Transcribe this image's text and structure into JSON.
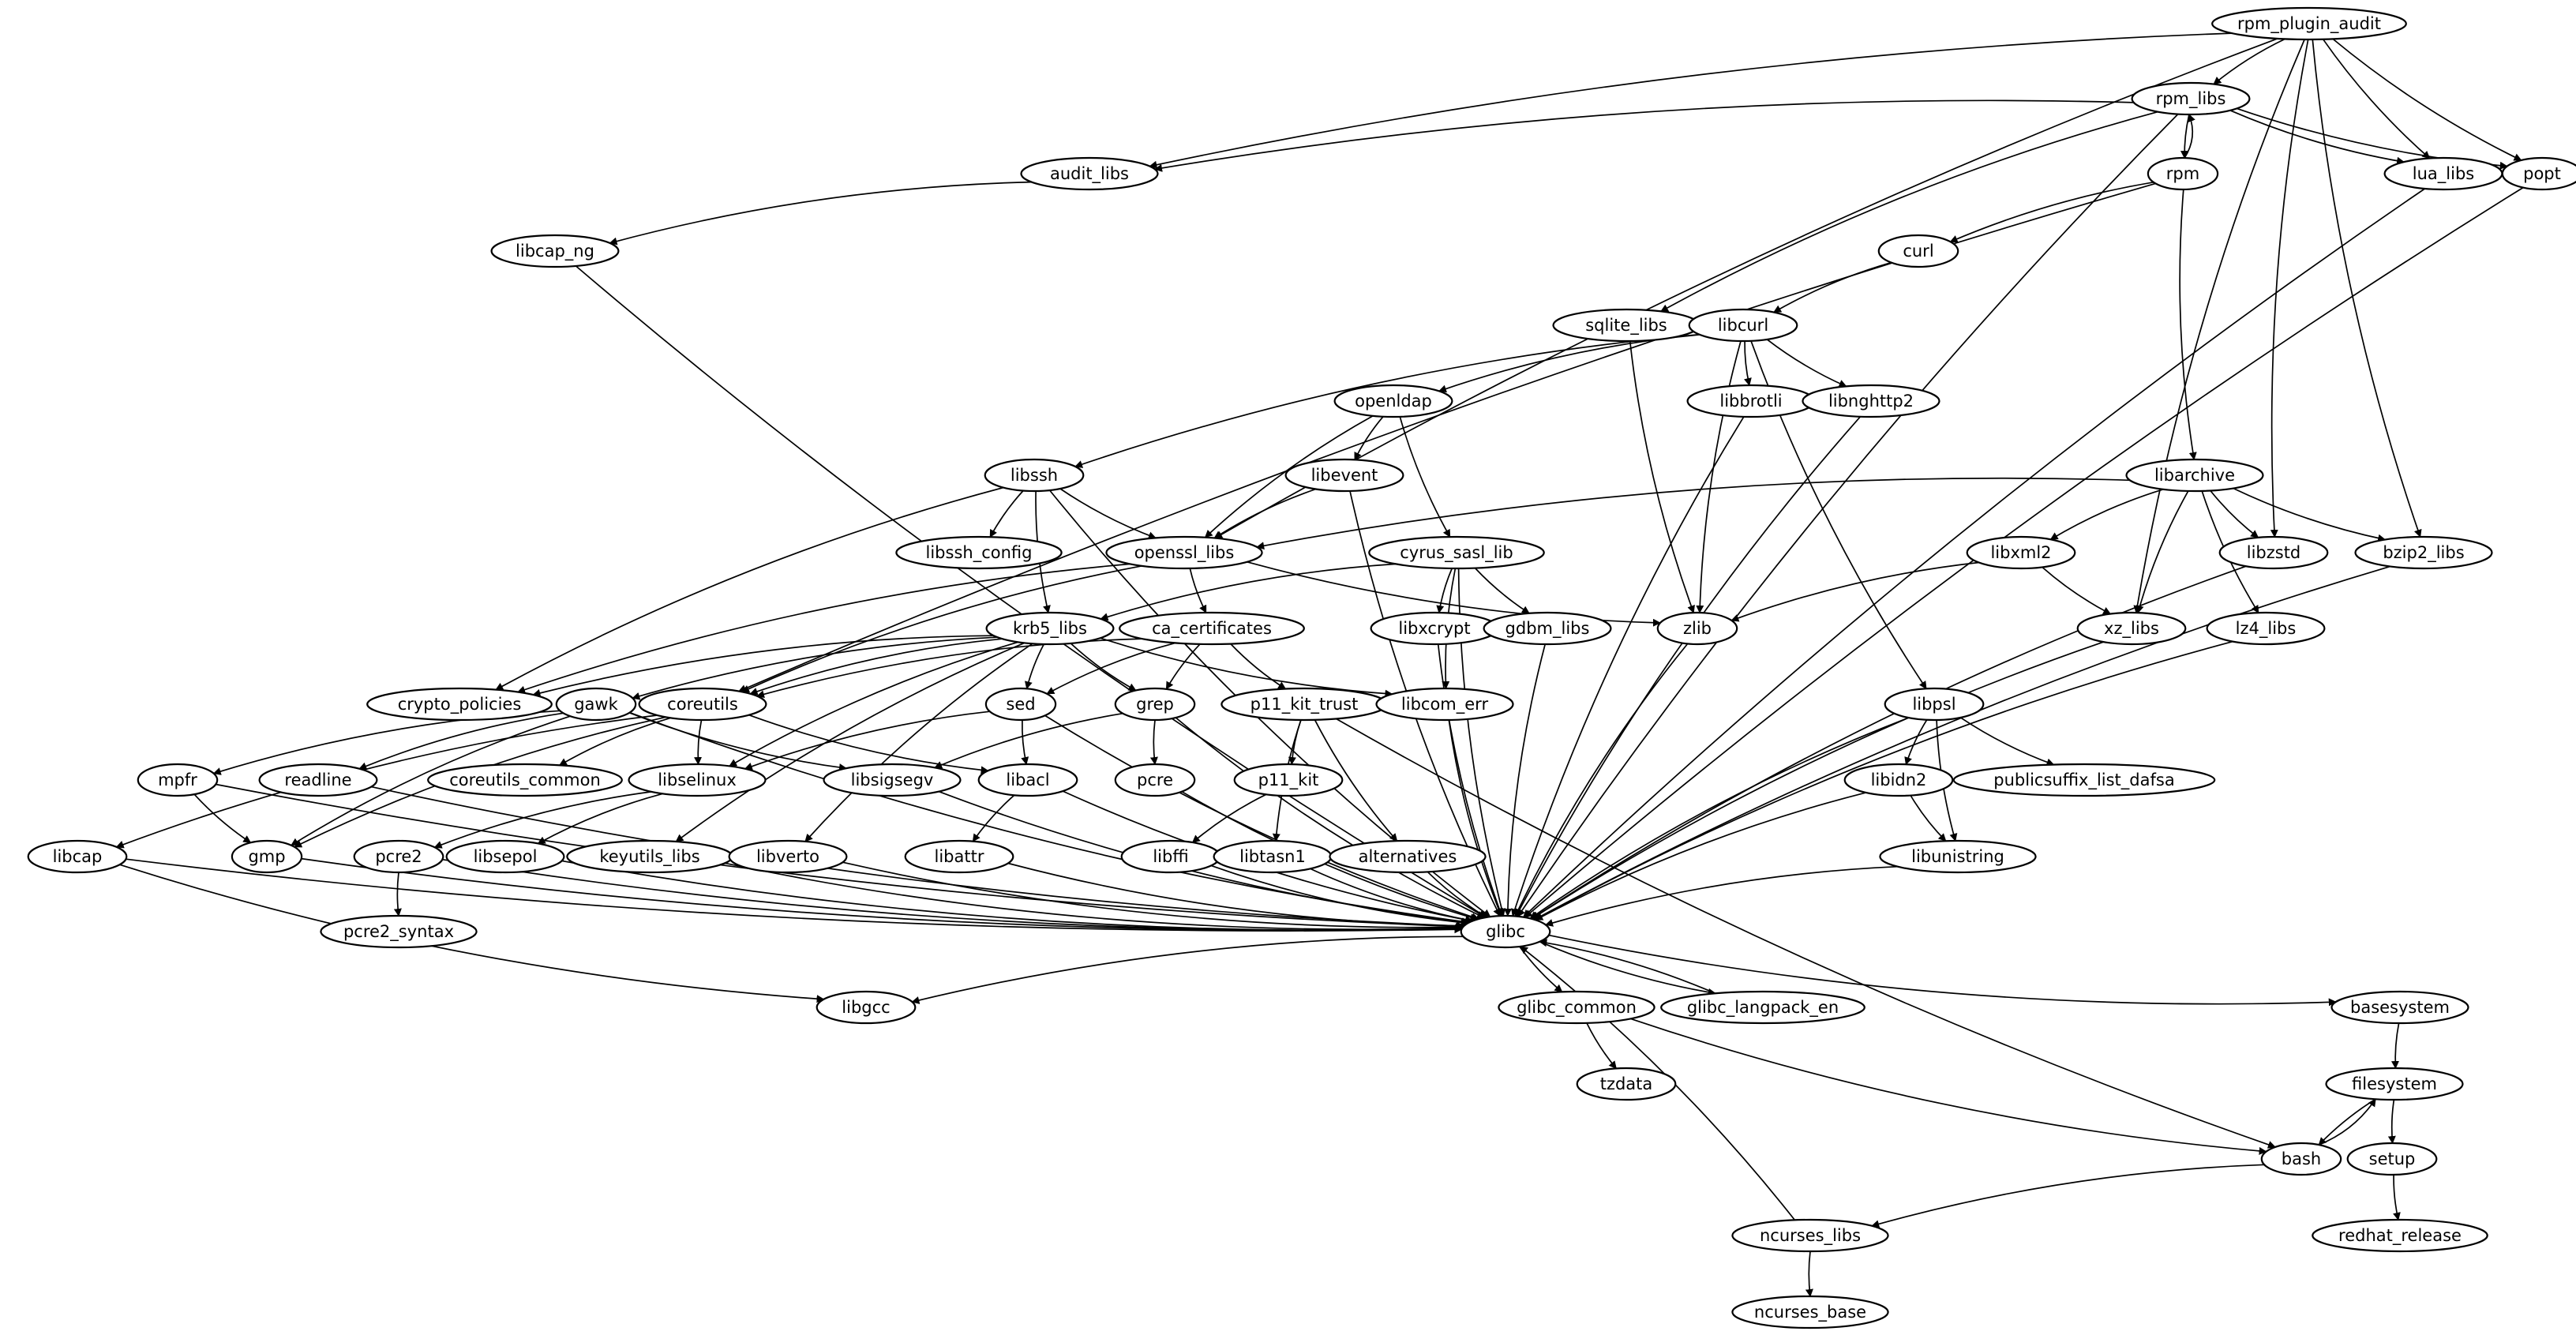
{
  "graph": {
    "nodes": [
      {
        "id": "rpm_plugin_audit",
        "label": "rpm_plugin_audit"
      },
      {
        "id": "rpm_libs",
        "label": "rpm_libs"
      },
      {
        "id": "rpm",
        "label": "rpm"
      },
      {
        "id": "audit_libs",
        "label": "audit_libs"
      },
      {
        "id": "lua_libs",
        "label": "lua_libs"
      },
      {
        "id": "popt",
        "label": "popt"
      },
      {
        "id": "libcap_ng",
        "label": "libcap_ng"
      },
      {
        "id": "curl",
        "label": "curl"
      },
      {
        "id": "sqlite_libs",
        "label": "sqlite_libs"
      },
      {
        "id": "libcurl",
        "label": "libcurl"
      },
      {
        "id": "openldap",
        "label": "openldap"
      },
      {
        "id": "libbrotli",
        "label": "libbrotli"
      },
      {
        "id": "libnghttp2",
        "label": "libnghttp2"
      },
      {
        "id": "libssh",
        "label": "libssh"
      },
      {
        "id": "libevent",
        "label": "libevent"
      },
      {
        "id": "libarchive",
        "label": "libarchive"
      },
      {
        "id": "libssh_config",
        "label": "libssh_config"
      },
      {
        "id": "openssl_libs",
        "label": "openssl_libs"
      },
      {
        "id": "cyrus_sasl_lib",
        "label": "cyrus_sasl_lib"
      },
      {
        "id": "libxml2",
        "label": "libxml2"
      },
      {
        "id": "libzstd",
        "label": "libzstd"
      },
      {
        "id": "bzip2_libs",
        "label": "bzip2_libs"
      },
      {
        "id": "krb5_libs",
        "label": "krb5_libs"
      },
      {
        "id": "ca_certificates",
        "label": "ca_certificates"
      },
      {
        "id": "libxcrypt",
        "label": "libxcrypt"
      },
      {
        "id": "gdbm_libs",
        "label": "gdbm_libs"
      },
      {
        "id": "zlib",
        "label": "zlib"
      },
      {
        "id": "xz_libs",
        "label": "xz_libs"
      },
      {
        "id": "lz4_libs",
        "label": "lz4_libs"
      },
      {
        "id": "crypto_policies",
        "label": "crypto_policies"
      },
      {
        "id": "gawk",
        "label": "gawk"
      },
      {
        "id": "coreutils",
        "label": "coreutils"
      },
      {
        "id": "sed",
        "label": "sed"
      },
      {
        "id": "grep",
        "label": "grep"
      },
      {
        "id": "p11_kit_trust",
        "label": "p11_kit_trust"
      },
      {
        "id": "libcom_err",
        "label": "libcom_err"
      },
      {
        "id": "libpsl",
        "label": "libpsl"
      },
      {
        "id": "mpfr",
        "label": "mpfr"
      },
      {
        "id": "readline",
        "label": "readline"
      },
      {
        "id": "coreutils_common",
        "label": "coreutils_common"
      },
      {
        "id": "libselinux",
        "label": "libselinux"
      },
      {
        "id": "libsigsegv",
        "label": "libsigsegv"
      },
      {
        "id": "libacl",
        "label": "libacl"
      },
      {
        "id": "pcre",
        "label": "pcre"
      },
      {
        "id": "p11_kit",
        "label": "p11_kit"
      },
      {
        "id": "libidn2",
        "label": "libidn2"
      },
      {
        "id": "publicsuffix_list_dafsa",
        "label": "publicsuffix_list_dafsa"
      },
      {
        "id": "libcap",
        "label": "libcap"
      },
      {
        "id": "gmp",
        "label": "gmp"
      },
      {
        "id": "pcre2",
        "label": "pcre2"
      },
      {
        "id": "libsepol",
        "label": "libsepol"
      },
      {
        "id": "keyutils_libs",
        "label": "keyutils_libs"
      },
      {
        "id": "libverto",
        "label": "libverto"
      },
      {
        "id": "libattr",
        "label": "libattr"
      },
      {
        "id": "libffi",
        "label": "libffi"
      },
      {
        "id": "libtasn1",
        "label": "libtasn1"
      },
      {
        "id": "alternatives",
        "label": "alternatives"
      },
      {
        "id": "libunistring",
        "label": "libunistring"
      },
      {
        "id": "glibc",
        "label": "glibc"
      },
      {
        "id": "pcre2_syntax",
        "label": "pcre2_syntax"
      },
      {
        "id": "libgcc",
        "label": "libgcc"
      },
      {
        "id": "glibc_common",
        "label": "glibc_common"
      },
      {
        "id": "glibc_langpack_en",
        "label": "glibc_langpack_en"
      },
      {
        "id": "basesystem",
        "label": "basesystem"
      },
      {
        "id": "tzdata",
        "label": "tzdata"
      },
      {
        "id": "filesystem",
        "label": "filesystem"
      },
      {
        "id": "bash",
        "label": "bash"
      },
      {
        "id": "setup",
        "label": "setup"
      },
      {
        "id": "ncurses_libs",
        "label": "ncurses_libs"
      },
      {
        "id": "redhat_release",
        "label": "redhat_release"
      },
      {
        "id": "ncurses_base",
        "label": "ncurses_base"
      }
    ],
    "edges": [
      {
        "from": "rpm_plugin_audit",
        "to": "rpm_libs"
      },
      {
        "from": "rpm_plugin_audit",
        "to": "audit_libs"
      },
      {
        "from": "rpm_plugin_audit",
        "to": "openssl_libs"
      },
      {
        "from": "rpm_plugin_audit",
        "to": "lua_libs"
      },
      {
        "from": "rpm_plugin_audit",
        "to": "popt"
      },
      {
        "from": "rpm_plugin_audit",
        "to": "xz_libs"
      },
      {
        "from": "rpm_plugin_audit",
        "to": "libzstd"
      },
      {
        "from": "rpm_plugin_audit",
        "to": "bzip2_libs"
      },
      {
        "from": "rpm_libs",
        "to": "rpm"
      },
      {
        "from": "rpm",
        "to": "rpm_libs"
      },
      {
        "from": "rpm_libs",
        "to": "audit_libs"
      },
      {
        "from": "rpm_libs",
        "to": "lua_libs"
      },
      {
        "from": "rpm_libs",
        "to": "popt"
      },
      {
        "from": "rpm_libs",
        "to": "sqlite_libs"
      },
      {
        "from": "rpm_libs",
        "to": "glibc"
      },
      {
        "from": "rpm",
        "to": "curl"
      },
      {
        "from": "rpm",
        "to": "libarchive"
      },
      {
        "from": "rpm",
        "to": "coreutils"
      },
      {
        "from": "audit_libs",
        "to": "libcap_ng"
      },
      {
        "from": "libcap_ng",
        "to": "glibc"
      },
      {
        "from": "lua_libs",
        "to": "glibc"
      },
      {
        "from": "popt",
        "to": "glibc"
      },
      {
        "from": "curl",
        "to": "libcurl"
      },
      {
        "from": "sqlite_libs",
        "to": "zlib"
      },
      {
        "from": "libcurl",
        "to": "openldap"
      },
      {
        "from": "libcurl",
        "to": "libbrotli"
      },
      {
        "from": "libcurl",
        "to": "libnghttp2"
      },
      {
        "from": "libcurl",
        "to": "libssh"
      },
      {
        "from": "libcurl",
        "to": "zlib"
      },
      {
        "from": "libcurl",
        "to": "libpsl"
      },
      {
        "from": "openldap",
        "to": "libevent"
      },
      {
        "from": "openldap",
        "to": "openssl_libs"
      },
      {
        "from": "openldap",
        "to": "cyrus_sasl_lib"
      },
      {
        "from": "libevent",
        "to": "openssl_libs"
      },
      {
        "from": "libevent",
        "to": "glibc"
      },
      {
        "from": "libbrotli",
        "to": "glibc"
      },
      {
        "from": "libnghttp2",
        "to": "glibc"
      },
      {
        "from": "libssh",
        "to": "libssh_config"
      },
      {
        "from": "libssh",
        "to": "openssl_libs"
      },
      {
        "from": "libssh",
        "to": "krb5_libs"
      },
      {
        "from": "libssh",
        "to": "crypto_policies"
      },
      {
        "from": "libssh",
        "to": "glibc"
      },
      {
        "from": "libarchive",
        "to": "openssl_libs"
      },
      {
        "from": "libarchive",
        "to": "libxml2"
      },
      {
        "from": "libarchive",
        "to": "libzstd"
      },
      {
        "from": "libarchive",
        "to": "bzip2_libs"
      },
      {
        "from": "libarchive",
        "to": "xz_libs"
      },
      {
        "from": "libarchive",
        "to": "lz4_libs"
      },
      {
        "from": "openssl_libs",
        "to": "ca_certificates"
      },
      {
        "from": "openssl_libs",
        "to": "zlib"
      },
      {
        "from": "openssl_libs",
        "to": "crypto_policies"
      },
      {
        "from": "openssl_libs",
        "to": "coreutils"
      },
      {
        "from": "cyrus_sasl_lib",
        "to": "krb5_libs"
      },
      {
        "from": "cyrus_sasl_lib",
        "to": "libxcrypt"
      },
      {
        "from": "cyrus_sasl_lib",
        "to": "gdbm_libs"
      },
      {
        "from": "cyrus_sasl_lib",
        "to": "libcom_err"
      },
      {
        "from": "cyrus_sasl_lib",
        "to": "glibc"
      },
      {
        "from": "libxml2",
        "to": "zlib"
      },
      {
        "from": "libxml2",
        "to": "xz_libs"
      },
      {
        "from": "libzstd",
        "to": "glibc"
      },
      {
        "from": "bzip2_libs",
        "to": "glibc"
      },
      {
        "from": "krb5_libs",
        "to": "crypto_policies"
      },
      {
        "from": "krb5_libs",
        "to": "coreutils"
      },
      {
        "from": "krb5_libs",
        "to": "gawk"
      },
      {
        "from": "krb5_libs",
        "to": "sed"
      },
      {
        "from": "krb5_libs",
        "to": "grep"
      },
      {
        "from": "krb5_libs",
        "to": "libcom_err"
      },
      {
        "from": "krb5_libs",
        "to": "keyutils_libs"
      },
      {
        "from": "krb5_libs",
        "to": "libverto"
      },
      {
        "from": "krb5_libs",
        "to": "libselinux"
      },
      {
        "from": "ca_certificates",
        "to": "coreutils"
      },
      {
        "from": "ca_certificates",
        "to": "sed"
      },
      {
        "from": "ca_certificates",
        "to": "grep"
      },
      {
        "from": "ca_certificates",
        "to": "p11_kit_trust"
      },
      {
        "from": "libxcrypt",
        "to": "glibc"
      },
      {
        "from": "gdbm_libs",
        "to": "glibc"
      },
      {
        "from": "zlib",
        "to": "glibc"
      },
      {
        "from": "xz_libs",
        "to": "glibc"
      },
      {
        "from": "lz4_libs",
        "to": "glibc"
      },
      {
        "from": "gawk",
        "to": "mpfr"
      },
      {
        "from": "gawk",
        "to": "gmp"
      },
      {
        "from": "gawk",
        "to": "readline"
      },
      {
        "from": "gawk",
        "to": "libsigsegv"
      },
      {
        "from": "gawk",
        "to": "glibc"
      },
      {
        "from": "coreutils",
        "to": "coreutils_common"
      },
      {
        "from": "coreutils",
        "to": "libselinux"
      },
      {
        "from": "coreutils",
        "to": "libacl"
      },
      {
        "from": "coreutils",
        "to": "gmp"
      },
      {
        "from": "coreutils",
        "to": "libcap"
      },
      {
        "from": "sed",
        "to": "libselinux"
      },
      {
        "from": "sed",
        "to": "libacl"
      },
      {
        "from": "sed",
        "to": "glibc"
      },
      {
        "from": "grep",
        "to": "pcre"
      },
      {
        "from": "grep",
        "to": "libsigsegv"
      },
      {
        "from": "grep",
        "to": "glibc"
      },
      {
        "from": "p11_kit_trust",
        "to": "p11_kit"
      },
      {
        "from": "p11_kit_trust",
        "to": "libtasn1"
      },
      {
        "from": "p11_kit_trust",
        "to": "alternatives"
      },
      {
        "from": "p11_kit_trust",
        "to": "bash"
      },
      {
        "from": "libcom_err",
        "to": "glibc"
      },
      {
        "from": "libpsl",
        "to": "libidn2"
      },
      {
        "from": "libpsl",
        "to": "libunistring"
      },
      {
        "from": "libpsl",
        "to": "publicsuffix_list_dafsa"
      },
      {
        "from": "libpsl",
        "to": "glibc"
      },
      {
        "from": "mpfr",
        "to": "gmp"
      },
      {
        "from": "mpfr",
        "to": "glibc"
      },
      {
        "from": "readline",
        "to": "glibc"
      },
      {
        "from": "libselinux",
        "to": "pcre2"
      },
      {
        "from": "libselinux",
        "to": "libsepol"
      },
      {
        "from": "libsigsegv",
        "to": "glibc"
      },
      {
        "from": "libacl",
        "to": "libattr"
      },
      {
        "from": "libacl",
        "to": "glibc"
      },
      {
        "from": "pcre",
        "to": "glibc"
      },
      {
        "from": "p11_kit",
        "to": "libffi"
      },
      {
        "from": "libidn2",
        "to": "libunistring"
      },
      {
        "from": "libidn2",
        "to": "glibc"
      },
      {
        "from": "libcap",
        "to": "libgcc"
      },
      {
        "from": "libcap",
        "to": "glibc"
      },
      {
        "from": "gmp",
        "to": "glibc"
      },
      {
        "from": "pcre2",
        "to": "pcre2_syntax"
      },
      {
        "from": "pcre2",
        "to": "glibc"
      },
      {
        "from": "libsepol",
        "to": "glibc"
      },
      {
        "from": "keyutils_libs",
        "to": "glibc"
      },
      {
        "from": "libverto",
        "to": "glibc"
      },
      {
        "from": "libattr",
        "to": "glibc"
      },
      {
        "from": "libffi",
        "to": "glibc"
      },
      {
        "from": "libtasn1",
        "to": "glibc"
      },
      {
        "from": "alternatives",
        "to": "glibc"
      },
      {
        "from": "libunistring",
        "to": "glibc"
      },
      {
        "from": "glibc",
        "to": "libgcc"
      },
      {
        "from": "glibc",
        "to": "glibc_common"
      },
      {
        "from": "glibc",
        "to": "glibc_langpack_en"
      },
      {
        "from": "glibc_langpack_en",
        "to": "glibc"
      },
      {
        "from": "glibc",
        "to": "basesystem"
      },
      {
        "from": "glibc_common",
        "to": "tzdata"
      },
      {
        "from": "glibc_common",
        "to": "bash"
      },
      {
        "from": "basesystem",
        "to": "filesystem"
      },
      {
        "from": "filesystem",
        "to": "bash"
      },
      {
        "from": "bash",
        "to": "filesystem"
      },
      {
        "from": "filesystem",
        "to": "setup"
      },
      {
        "from": "bash",
        "to": "ncurses_libs"
      },
      {
        "from": "setup",
        "to": "redhat_release"
      },
      {
        "from": "ncurses_libs",
        "to": "ncurses_base"
      },
      {
        "from": "ncurses_libs",
        "to": "glibc"
      }
    ]
  }
}
